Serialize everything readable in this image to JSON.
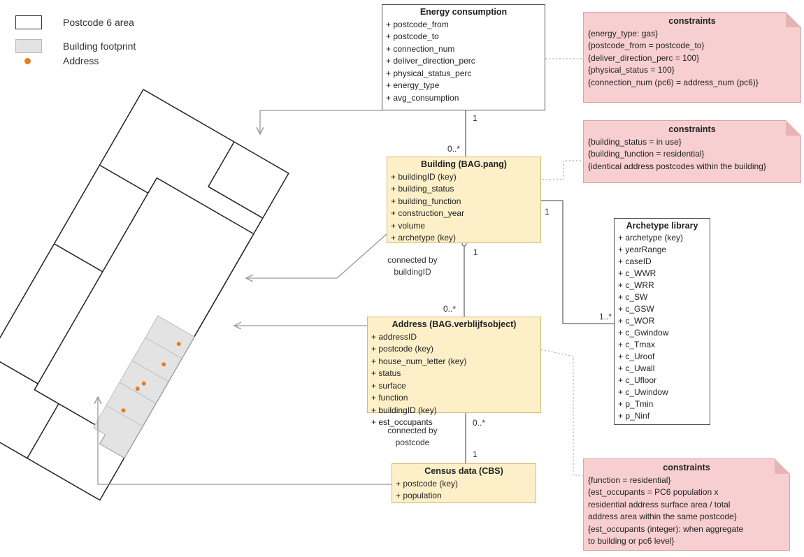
{
  "legend": [
    {
      "label": "Postcode 6 area",
      "kind": "area"
    },
    {
      "label": "Building footprint",
      "kind": "footprint"
    },
    {
      "label": "Address",
      "kind": "address"
    }
  ],
  "classes": {
    "energy": {
      "title": "Energy consumption",
      "attributes": [
        "+ postcode_from",
        "+ postcode_to",
        "+ connection_num",
        "+ deliver_direction_perc",
        "+ physical_status_perc",
        "+ energy_type",
        "+ avg_consumption"
      ]
    },
    "building": {
      "title": "Building (BAG.pang)",
      "attributes": [
        "+ buildingID (key)",
        "+ building_status",
        "+ building_function",
        "+ construction_year",
        "+ volume",
        "+ archetype (key)"
      ]
    },
    "address": {
      "title": "Address (BAG.verblijfsobject)",
      "attributes": [
        "+ addressID",
        "+ postcode (key)",
        "+ house_num_letter (key)",
        "+ status",
        "+ surface",
        "+ function",
        "+ buildingID (key)",
        "+ est_occupants"
      ]
    },
    "census": {
      "title": "Census data (CBS)",
      "attributes": [
        "+ postcode (key)",
        "+ population"
      ]
    },
    "archetype": {
      "title": "Archetype library",
      "attributes": [
        "+ archetype (key)",
        "+ yearRange",
        "+ caseID",
        "+ c_WWR",
        "+ c_WRR",
        "+ c_SW",
        "+ c_GSW",
        "+ c_WOR",
        "+ c_Gwindow",
        "+ c_Tmax",
        "+ c_Uroof",
        "+ c_Uwall",
        "+ c_Ufloor",
        "+ c_Uwindow",
        "+ p_Tmin",
        "+ p_Ninf"
      ]
    }
  },
  "notes": {
    "energy": {
      "title": "constraints",
      "lines": [
        "{energy_type: gas}",
        "{postcode_from = postcode_to}",
        "{deliver_direction_perc = 100}",
        "{physical_status = 100}",
        "{connection_num (pc6) =   address_num (pc6)}"
      ]
    },
    "building": {
      "title": "constraints",
      "lines": [
        "{building_status = in use}",
        "{building_function = residential}",
        "{identical address postcodes within the building}"
      ]
    },
    "address": {
      "title": "constraints",
      "lines": [
        "{function = residential}",
        "{est_occupants = PC6 population x",
        " residential address surface area / total",
        " address area within the same postcode}",
        "{est_occupants (integer): when aggregate",
        " to building or pc6 level}"
      ]
    }
  },
  "multiplicities": {
    "energy_building_top": "1",
    "energy_building_bottom": "0..*",
    "building_address_top": "1",
    "building_address_bottom": "0..*",
    "address_census_top": "0..*",
    "address_census_bottom": "1",
    "building_archetype_left": "1",
    "building_archetype_right": "1..*"
  },
  "relations": {
    "building_address": "connected by\nbuildingID",
    "address_census": "connected by\npostcode"
  },
  "colors": {
    "class_fill": "#fdf0c8",
    "note_fill": "#f7cfd0",
    "footprint_fill": "#e3e3e3",
    "address_dot": "#e67e22"
  }
}
